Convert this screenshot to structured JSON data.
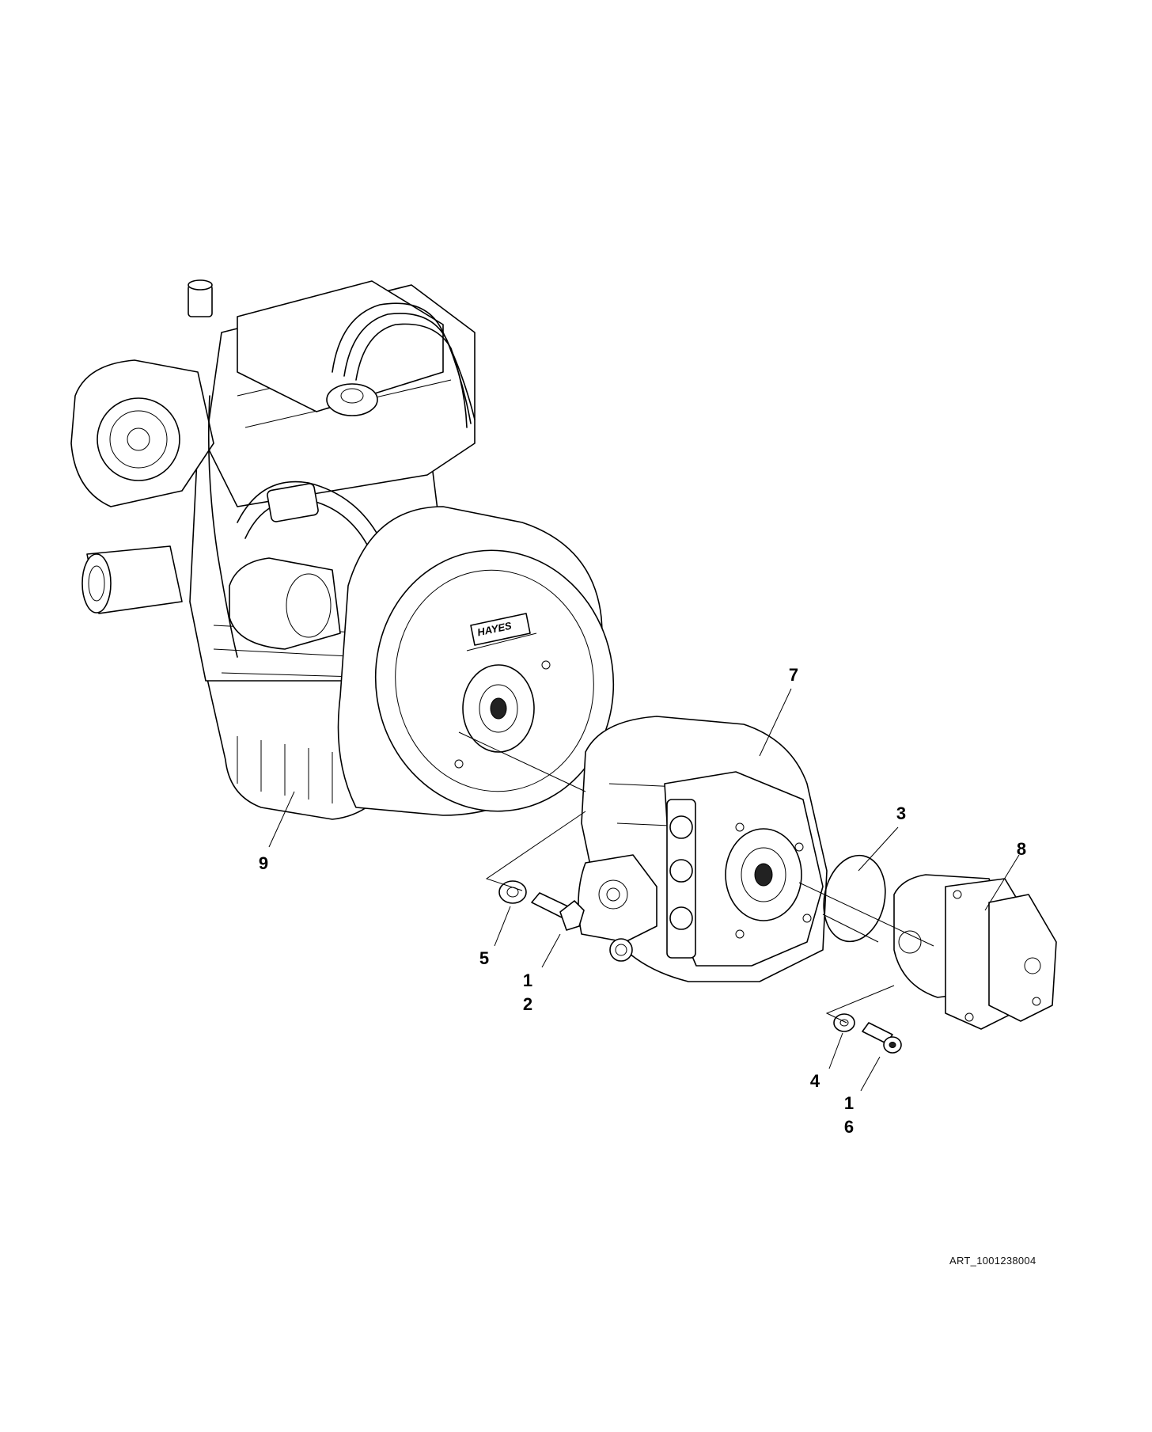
{
  "figure": {
    "art_id": "ART_1001238004",
    "brand_mark": "HAYES"
  },
  "callouts": {
    "engine": "9",
    "hydraulic_pump": "7",
    "o_ring": "3",
    "gear_pump": "8",
    "washer_large": "5",
    "bolt_large_a": "1",
    "bolt_large_b": "2",
    "washer_small": "4",
    "bolt_small_a": "1",
    "bolt_small_b": "6"
  }
}
